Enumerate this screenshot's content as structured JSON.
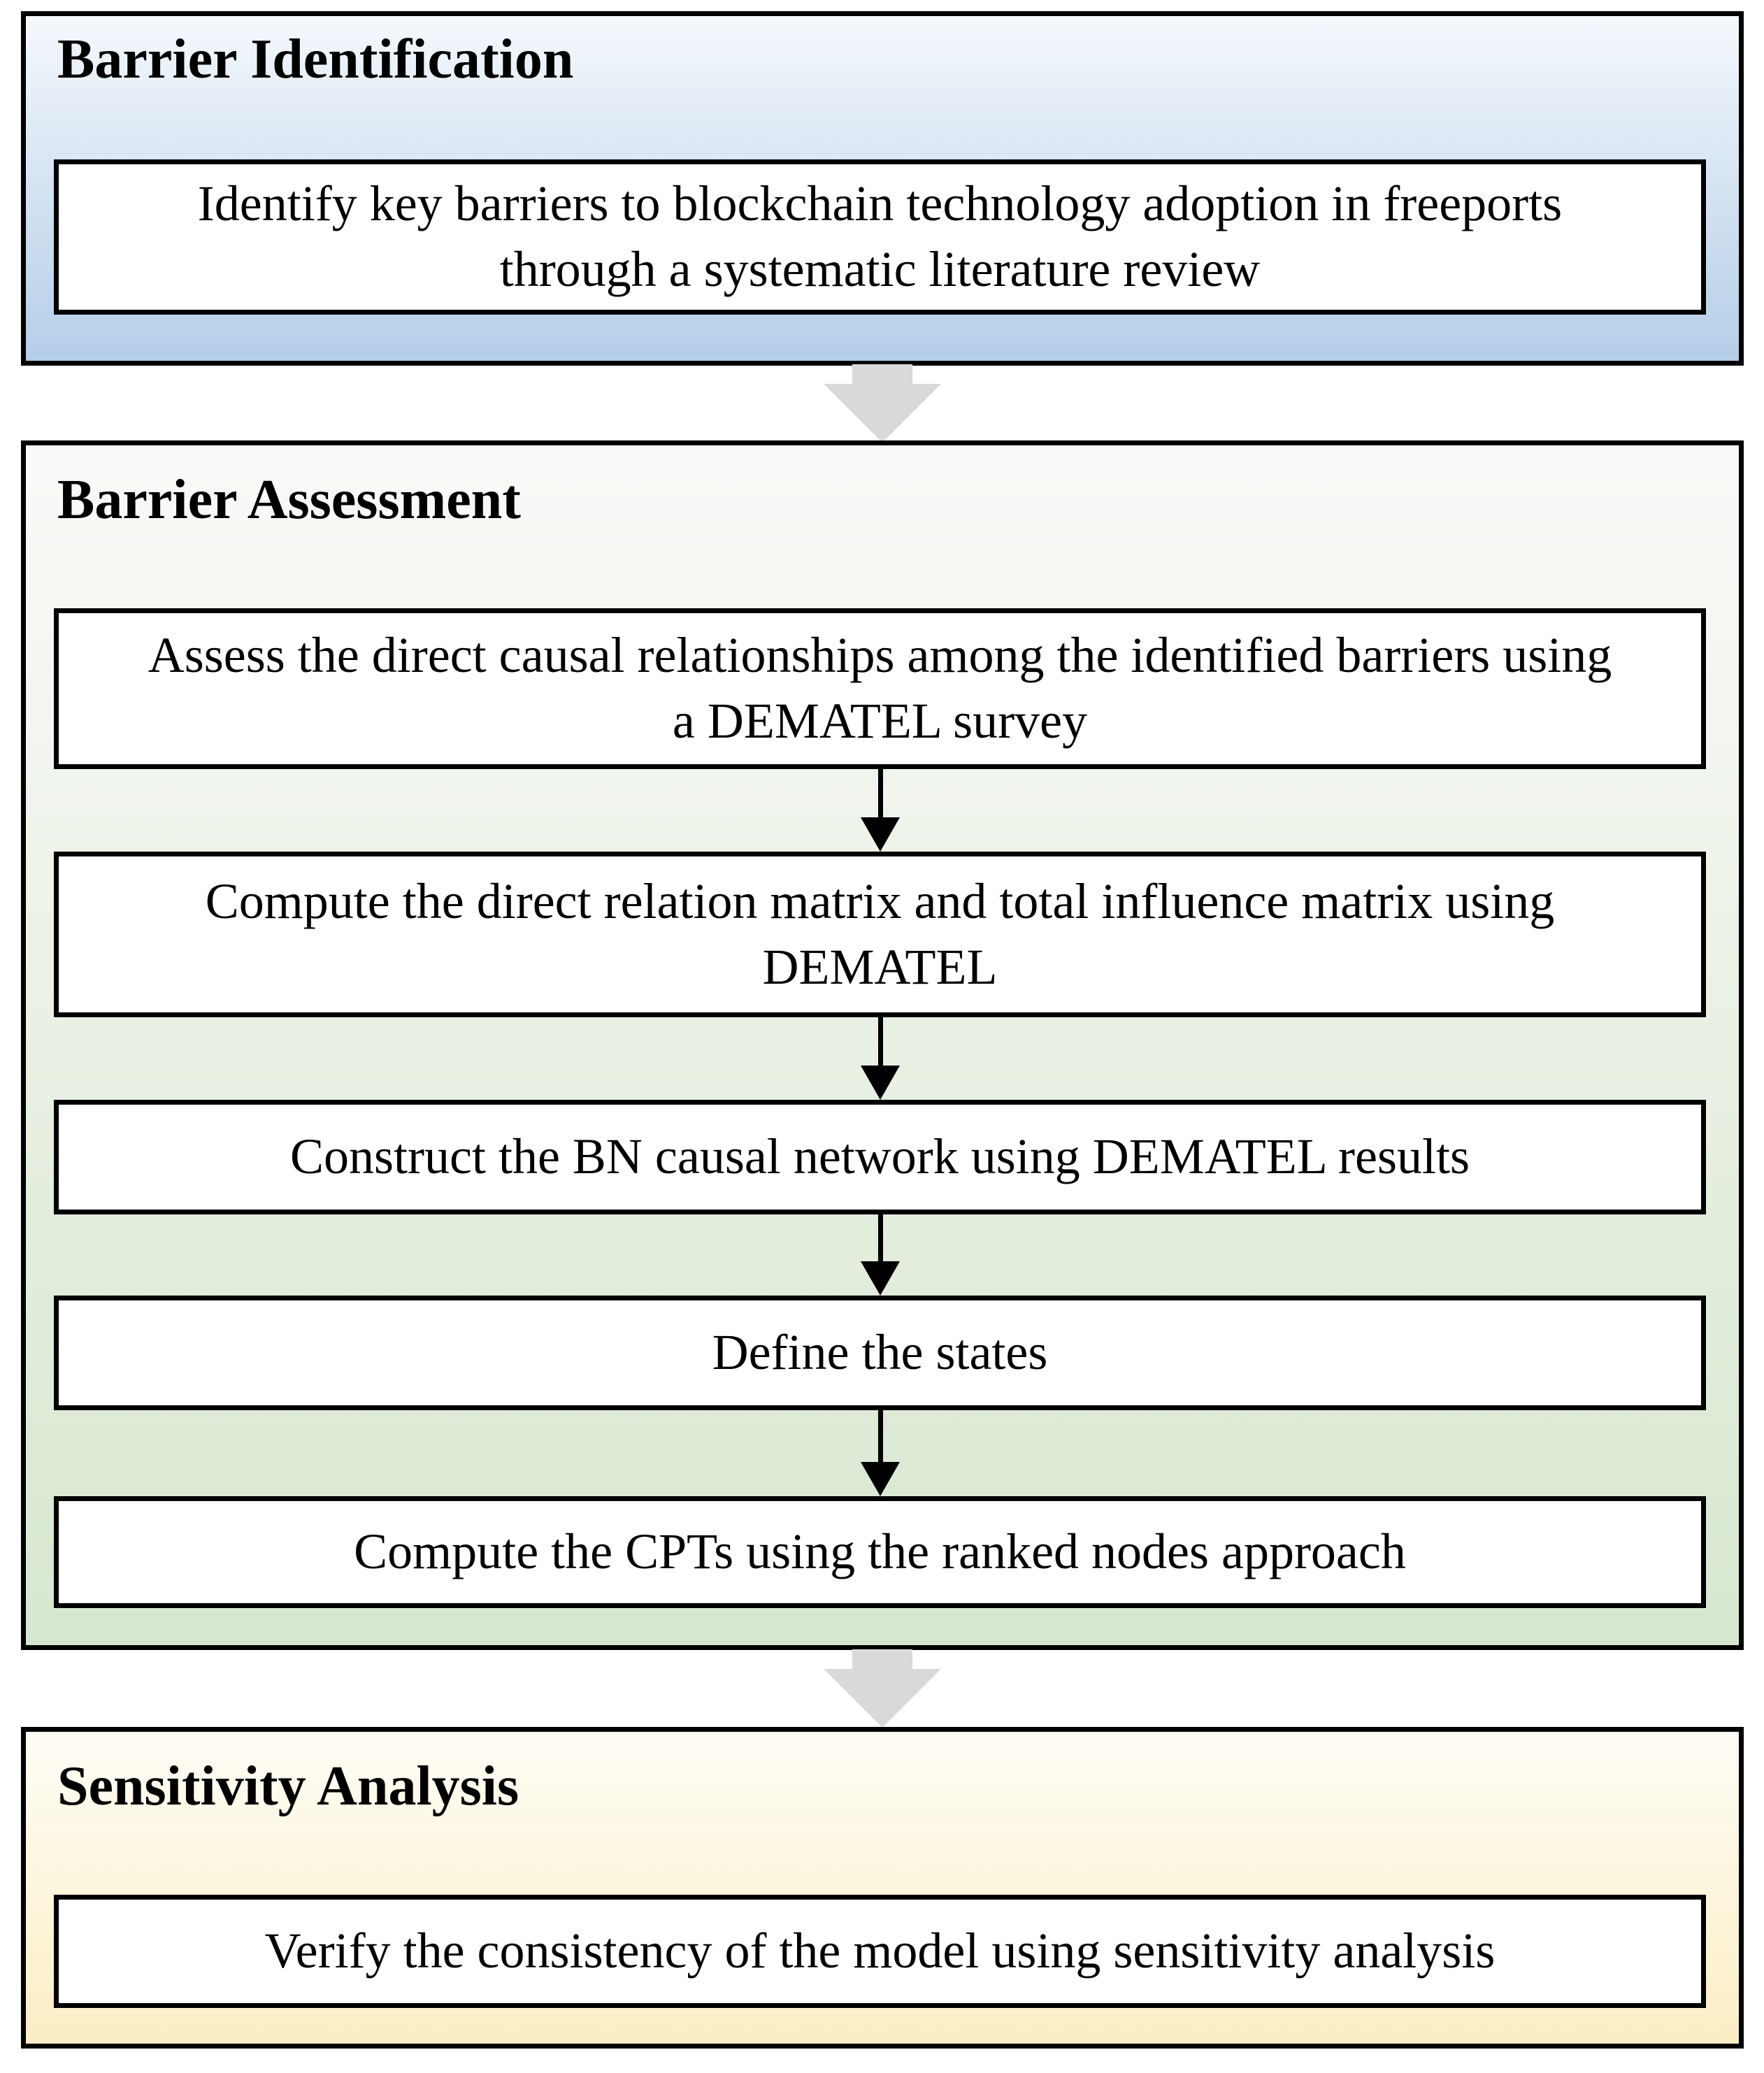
{
  "diagram": {
    "sections": [
      {
        "title": "Barrier Identification",
        "steps": [
          [
            "Identify key barriers to blockchain technology adoption in freeports",
            "through a systematic literature review"
          ]
        ]
      },
      {
        "title": "Barrier Assessment",
        "steps": [
          [
            "Assess the direct causal relationships among the identified barriers using",
            "a DEMATEL survey"
          ],
          [
            "Compute the direct relation matrix and total influence matrix using",
            "DEMATEL"
          ],
          [
            "Construct the BN causal network using DEMATEL results"
          ],
          [
            "Define the states"
          ],
          [
            "Compute the CPTs using the ranked nodes approach"
          ]
        ]
      },
      {
        "title": "Sensitivity Analysis",
        "steps": [
          [
            "Verify the consistency of the model using sensitivity analysis"
          ]
        ]
      }
    ],
    "colors": {
      "section1_gradient_top": "#f4f8fc",
      "section1_gradient_bottom": "#b5cee8",
      "section2_gradient_top": "#fafaf8",
      "section2_gradient_bottom": "#d7e7cf",
      "section3_gradient_top": "#fefdf6",
      "section3_gradient_bottom": "#fbeec4",
      "box_background": "#ffffff",
      "border": "#000000",
      "section_arrow": "#d9d9d9",
      "step_arrow": "#000000"
    }
  }
}
